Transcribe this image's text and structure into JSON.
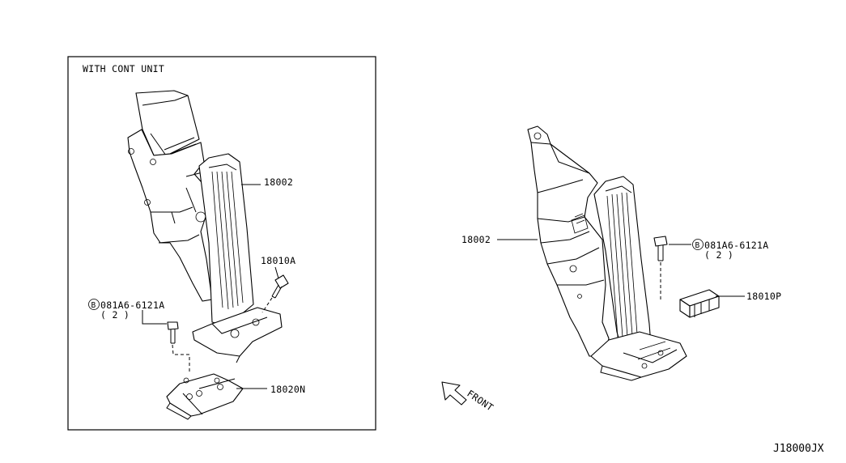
{
  "inset": {
    "title": "WITH CONT UNIT",
    "labels": {
      "pedal": "18002",
      "bolt_top": "18010A",
      "bolt_circle": "B",
      "bolt_part": "081A6-6121A",
      "bolt_qty": "( 2 )",
      "bracket": "18020N"
    }
  },
  "main": {
    "labels": {
      "pedal": "18002",
      "bolt_circle": "B",
      "bolt_part": "081A6-6121A",
      "bolt_qty": "( 2 )",
      "cover": "18010P"
    },
    "front_arrow": "FRONT"
  },
  "diagram_code": "J18000JX"
}
